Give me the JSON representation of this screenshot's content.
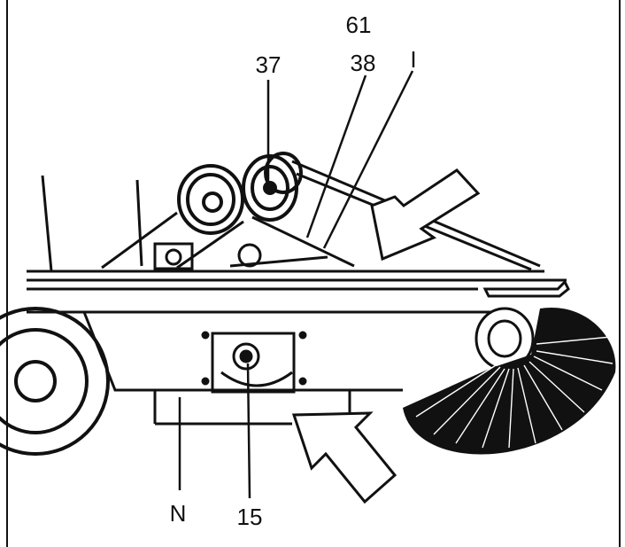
{
  "labels": {
    "l61": "61",
    "l37": "37",
    "l38": "38",
    "lI": "I",
    "lN": "N",
    "l15": "15"
  },
  "colors": {
    "ink": "#111111",
    "paper": "#ffffff"
  }
}
